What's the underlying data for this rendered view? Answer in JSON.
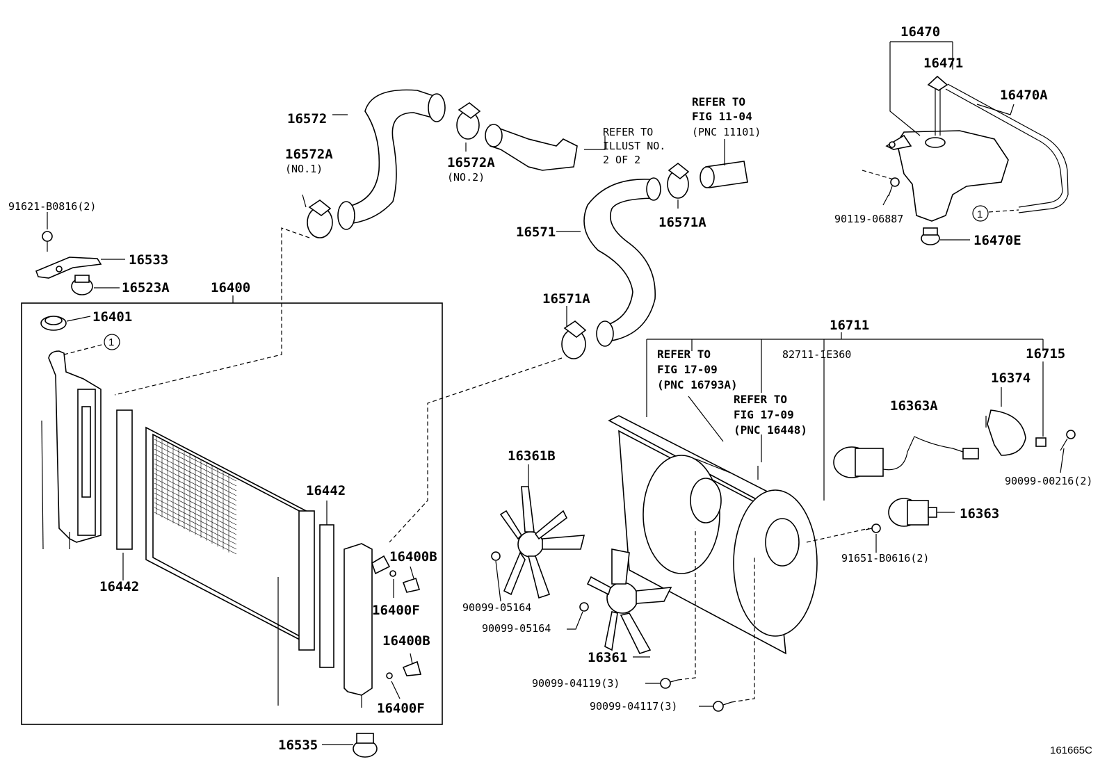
{
  "labels": {
    "p16470": "16470",
    "p16471": "16471",
    "p16470A": "16470A",
    "p90119": "90119-06887",
    "p16470E": "16470E",
    "circle_tank": "1",
    "p16572": "16572",
    "p16572A_1": "16572A",
    "p16572A_1_note": "(NO.1)",
    "p16572A_2": "16572A",
    "p16572A_2_note": "(NO.2)",
    "refer_illust_1": "REFER TO",
    "refer_illust_2": "ILLUST NO.",
    "refer_illust_3": "2 OF 2",
    "refer_1104_1": "REFER TO",
    "refer_1104_2": "FIG 11-04",
    "refer_1104_3": "(PNC 11101)",
    "p16571": "16571",
    "p16571A_top": "16571A",
    "p16571A_bot": "16571A",
    "p91621": "91621-B0816(2)",
    "p16533": "16533",
    "p16523A": "16523A",
    "p16400": "16400",
    "p16401": "16401",
    "circle_rad": "1",
    "p16442_left": "16442",
    "p16442_right": "16442",
    "p16400B_top": "16400B",
    "p16400F_top": "16400F",
    "p16400B_bot": "16400B",
    "p16400F_bot": "16400F",
    "p16535": "16535",
    "p16711": "16711",
    "refer_1709a_1": "REFER TO",
    "refer_1709a_2": "FIG 17-09",
    "refer_1709a_3": "(PNC 16793A)",
    "refer_1709b_1": "REFER TO",
    "refer_1709b_2": "FIG 17-09",
    "refer_1709b_3": "(PNC 16448)",
    "p82711": "82711-1E360",
    "p16715": "16715",
    "p16374": "16374",
    "p16363A": "16363A",
    "p16361B": "16361B",
    "p16363": "16363",
    "p90099_00216": "90099-00216(2)",
    "p91651": "91651-B0616(2)",
    "p90099_05164_a": "90099-05164",
    "p90099_05164_b": "90099-05164",
    "p16361": "16361",
    "p90099_04119": "90099-04119(3)",
    "p90099_04117": "90099-04117(3)",
    "fig_code": "161665C"
  }
}
